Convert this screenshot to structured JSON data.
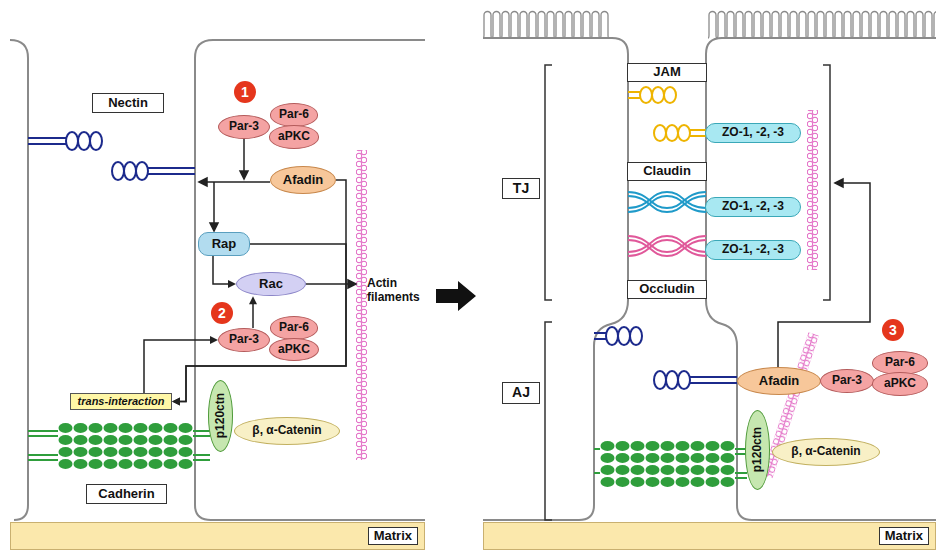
{
  "diagram": {
    "nodes": [
      {
        "text": [
          "Nectin"
        ]
      },
      {
        "text": [
          "Par-3"
        ]
      },
      {
        "text": [
          "Par-6"
        ]
      },
      {
        "text": [
          "aPKC"
        ]
      },
      {
        "text": [
          "Afadin"
        ]
      },
      {
        "text": [
          "Rap"
        ]
      },
      {
        "text": [
          "Rac"
        ]
      },
      {
        "text": [
          "Par-3"
        ]
      },
      {
        "text": [
          "Par-6"
        ]
      },
      {
        "text": [
          "aPKC"
        ]
      },
      {
        "text": [
          "trans-interaction"
        ]
      },
      {
        "text": [
          "p120ctn"
        ]
      },
      {
        "text": [
          "β, α-Catenin"
        ]
      },
      {
        "text": [
          "Cadherin"
        ]
      },
      {
        "text": [
          "Matrix"
        ]
      },
      {
        "text": [
          "TJ"
        ]
      },
      {
        "text": [
          "JAM"
        ]
      },
      {
        "text": [
          "ZO-1, -2, -3"
        ]
      },
      {
        "text": [
          "Claudin"
        ]
      },
      {
        "text": [
          "ZO-1, -2, -3"
        ]
      },
      {
        "text": [
          "ZO-1, -2, -3"
        ]
      },
      {
        "text": [
          "Occludin"
        ]
      },
      {
        "text": [
          "AJ"
        ]
      },
      {
        "text": [
          "Afadin"
        ]
      },
      {
        "text": [
          "Par-3"
        ]
      },
      {
        "text": [
          "Par-6"
        ]
      },
      {
        "text": [
          "aPKC"
        ]
      },
      {
        "text": [
          "p120ctn"
        ]
      },
      {
        "text": [
          "β, α-Catenin"
        ]
      },
      {
        "text": [
          "Matrix"
        ]
      }
    ],
    "edges": [
      {
        "from": 5,
        "to": 6,
        "arrow": "to"
      },
      {
        "from": 7,
        "to": 6,
        "arrow": "to"
      },
      {
        "from": 10,
        "to": 7,
        "arrow": "to"
      },
      {
        "from": 4,
        "to": 10,
        "arrow": "to"
      },
      {
        "from": 5,
        "to": 10,
        "arrow": "to"
      }
    ],
    "labels": [
      "1",
      "Actin filaments",
      "2",
      "3"
    ]
  }
}
